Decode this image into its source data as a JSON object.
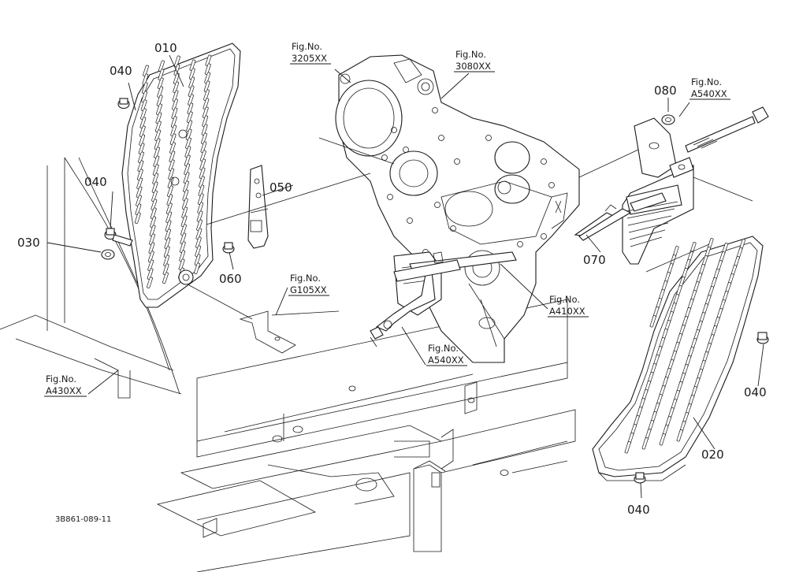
{
  "parts": {
    "p010": "010",
    "p020": "020",
    "p030": "030",
    "p040a": "040",
    "p040b": "040",
    "p040c": "040",
    "p040d": "040",
    "p050": "050",
    "p060": "060",
    "p070": "070",
    "p080": "080"
  },
  "figure_refs": {
    "fig3205": {
      "line1": "Fig.No.",
      "line2": "3205XX"
    },
    "fig3080": {
      "line1": "Fig.No.",
      "line2": "3080XX"
    },
    "figA540top": {
      "line1": "Fig.No.",
      "line2": "A540XX"
    },
    "figG105": {
      "line1": "Fig.No.",
      "line2": "G105XX"
    },
    "figA410": {
      "line1": "Fig.No.",
      "line2": "A410XX"
    },
    "figA540bot": {
      "line1": "Fig.No.",
      "line2": "A540XX"
    },
    "figA430": {
      "line1": "Fig.No.",
      "line2": "A430XX"
    }
  },
  "drawing_code": "3B861-089-11",
  "colors": {
    "ink": "#1a1a1a",
    "paper": "#ffffff"
  }
}
